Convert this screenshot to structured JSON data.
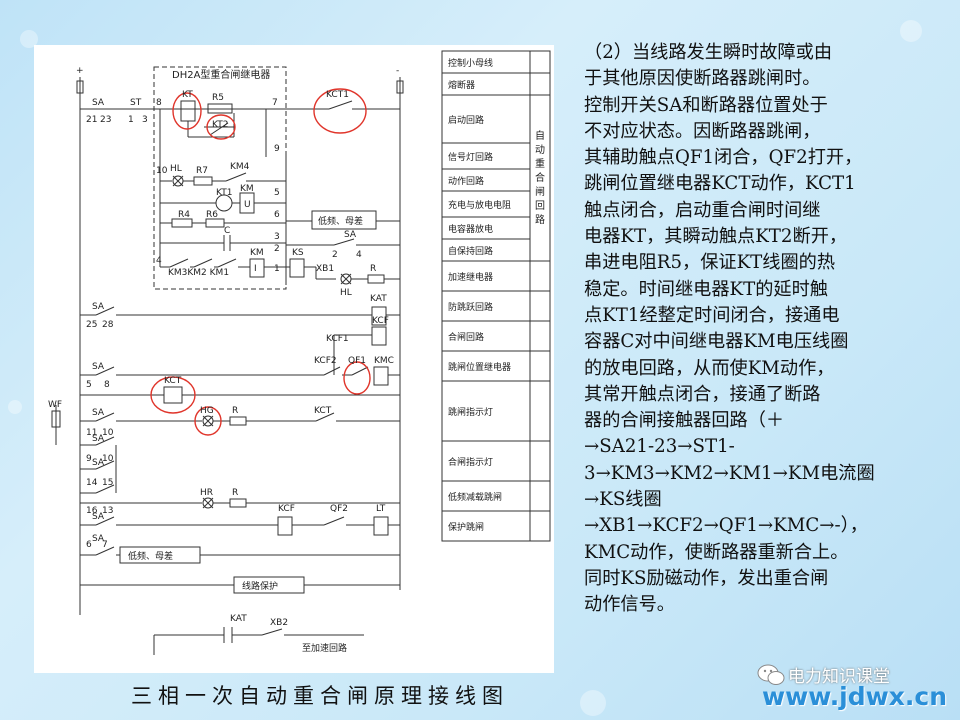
{
  "caption": "三相一次自动重合闸原理接线图",
  "description_lines": [
    "（2）当线路发生瞬时故障或由",
    "于其他原因使断路器跳闸时。",
    "控制开关SA和断路器位置处于",
    "不对应状态。因断路器跳闸，",
    "其辅助触点QF1闭合，QF2打开，",
    "跳闸位置继电器KCT动作，KCT1",
    "触点闭合，启动重合闸时间继",
    "电器KT，其瞬动触点KT2断开，",
    "串进电阻R5，保证KT线圈的热",
    "稳定。时间继电器KT的延时触",
    "点KT1经整定时间闭合，接通电",
    "容器C对中间继电器KM电压线圈",
    "的放电回路，从而使KM动作，",
    "其常开触点闭合，接通了断路",
    "器的合闸接触器回路（＋",
    "→SA21-23→ST1-",
    "3→KM3→KM2→KM1→KM电流圈",
    "→KS线圈",
    "→XB1→KCF2→QF1→KMC→-），",
    "KMC动作，使断路器重新合上。",
    "同时KS励磁动作，发出重合闸",
    "动作信号。"
  ],
  "watermark": {
    "brand": "电力知识课堂",
    "url": "www.jdwx.cn"
  },
  "circuit": {
    "box_title": "DH2A型重合闸继电器",
    "polarity_plus": "+",
    "polarity_minus": "-",
    "right_table": [
      "控制小母线",
      "熔断器",
      "启动回路",
      "信号灯回路",
      "动作回路",
      "充电与放电电阻",
      "电容器放电",
      "自保持回路",
      "加速继电器",
      "防跳跃回路",
      "合闸回路",
      "跳闸位置继电器",
      "跳闸指示灯",
      "合闸指示灯",
      "低频减载跳闸",
      "保护跳闸"
    ],
    "merged_cell": "自动重合闸回路",
    "labels": {
      "sa": "SA",
      "st": "ST",
      "n21": "21",
      "n23": "23",
      "n1": "1",
      "n3": "3",
      "n8": "8",
      "n7": "7",
      "n9": "9",
      "n10": "10",
      "n5": "5",
      "n6": "6",
      "n4": "4",
      "n2": "2",
      "n25": "25",
      "n28": "28",
      "n11": "11",
      "n14": "14",
      "n15": "15",
      "n16": "16",
      "n13": "13",
      "n7b": "7",
      "n6b": "6",
      "n4b": "4",
      "n1b": "1",
      "n3b": "3",
      "n5b": "5",
      "n8b": "8",
      "n9b": "9",
      "n10b": "10",
      "n10c": "10",
      "n9c": "9",
      "n2b": "2",
      "n8c": "8",
      "kt": "KT",
      "r5": "R5",
      "kt2": "KT2",
      "kct1": "KCT1",
      "hl": "HL",
      "r7": "R7",
      "km4": "KM4",
      "kt1": "KT1",
      "km_u": "KM",
      "u": "U",
      "r4": "R4",
      "r6": "R6",
      "c": "C",
      "km": "KM",
      "i": "I",
      "ks": "KS",
      "xb1": "XB1",
      "r": "R",
      "hl2": "HL",
      "km3km2km1": "KM3KM2 KM1",
      "lowfreq1": "低频、母差",
      "kat": "KAT",
      "kcf1": "KCF1",
      "kcf": "KCF",
      "kcf2": "KCF2",
      "qf1": "QF1",
      "kmc": "KMC",
      "kct": "KCT",
      "wf": "WF",
      "hg": "HG",
      "kct2": "KCT",
      "hr": "HR",
      "kcf3": "KCF",
      "qf2": "QF2",
      "lt": "LT",
      "lowfreq2": "低频、母差",
      "lineprot": "线路保护",
      "kat2": "KAT",
      "xb2": "XB2",
      "accel": "至加速回路",
      "sa_series": "SA"
    }
  },
  "colors": {
    "circle": "#e0352b",
    "line": "#333333",
    "url": "#2a8fd8"
  }
}
